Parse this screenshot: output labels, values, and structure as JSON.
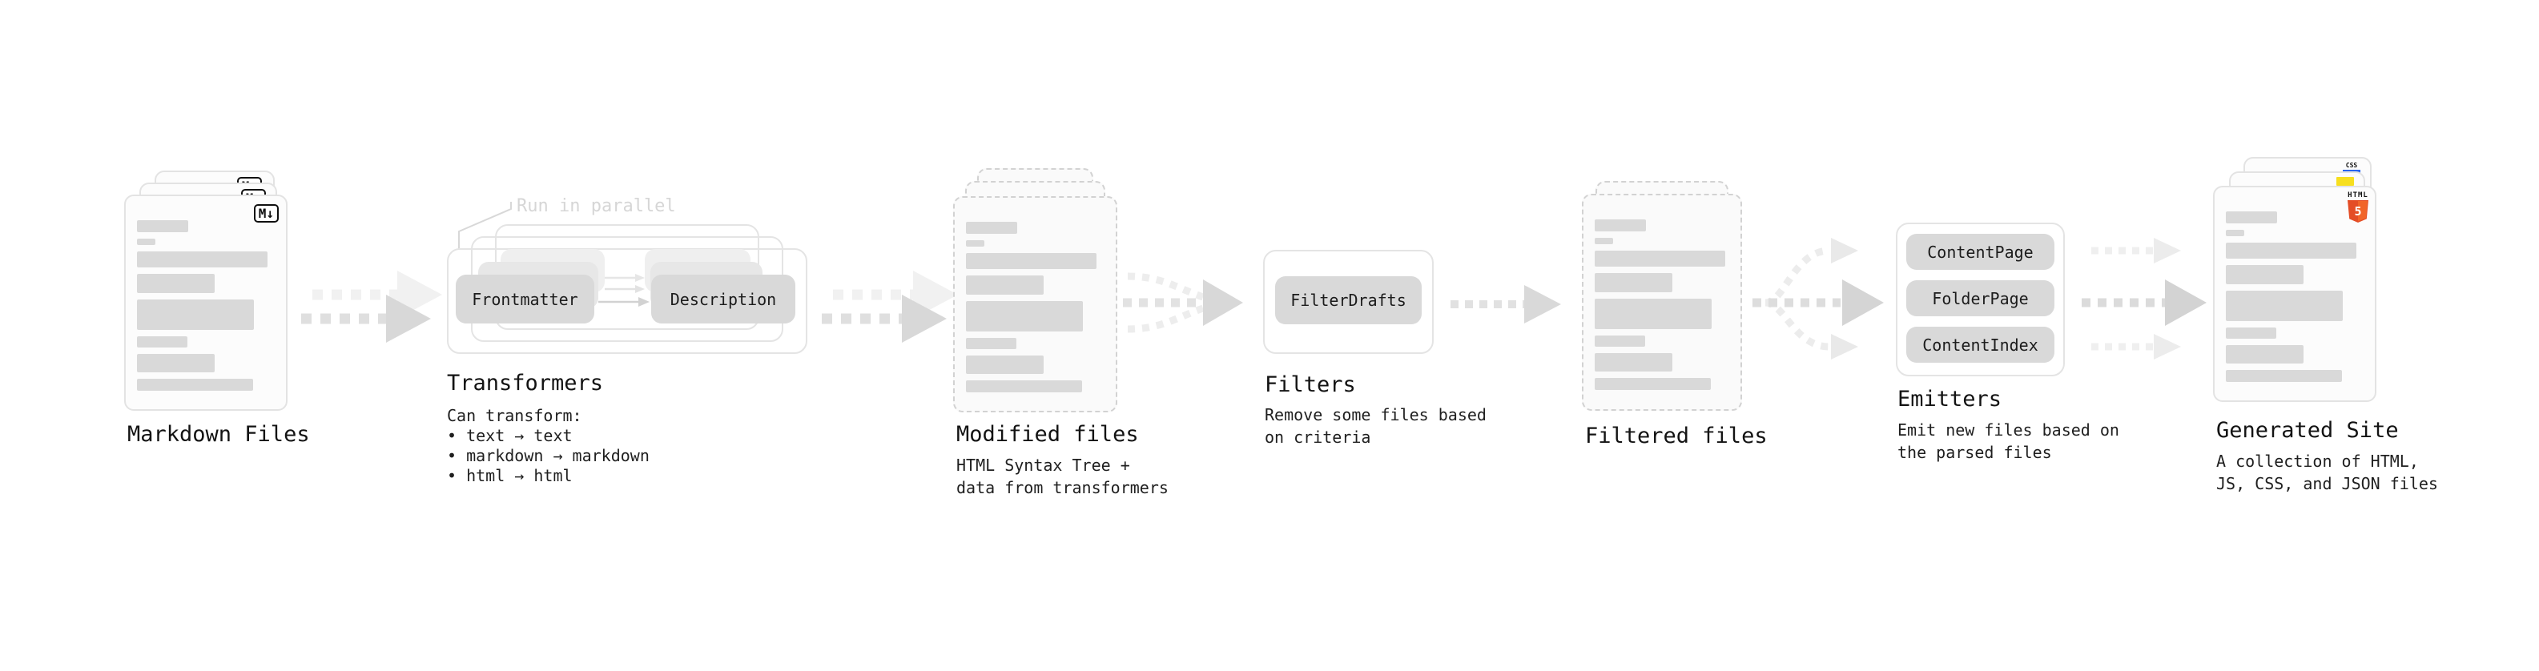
{
  "stages": {
    "markdown": {
      "label": "Markdown Files"
    },
    "transformers": {
      "label": "Transformers",
      "note": "Run in parallel",
      "pill_left": "Frontmatter",
      "pill_right": "Description",
      "desc": "Can transform:\n • text → text\n • markdown → markdown\n • html → html"
    },
    "modified": {
      "label": "Modified files",
      "desc": "HTML Syntax Tree +\ndata from transformers"
    },
    "filters": {
      "label": "Filters",
      "pill": "FilterDrafts",
      "desc": "Remove some files based\non criteria"
    },
    "filtered": {
      "label": "Filtered files"
    },
    "emitters": {
      "label": "Emitters",
      "pill_1": "ContentPage",
      "pill_2": "FolderPage",
      "pill_3": "ContentIndex",
      "desc": "Emit new files based on\nthe parsed files"
    },
    "generated": {
      "label": "Generated Site",
      "desc": "A collection of HTML,\nJS, CSS, and JSON files"
    }
  },
  "badges": {
    "markdown": "M↓",
    "html5_label": "HTML",
    "html5_number": "5",
    "css": "CSS"
  },
  "colors": {
    "html5_orange": "#e44d26",
    "js_yellow": "#f7df1e",
    "css_blue": "#2965f1",
    "bar_gray": "#d9d9d9",
    "arrow_gray": "#dcdcdc",
    "border_gray": "#e3e3e3",
    "note_gray": "#d6d6d6",
    "text_dark": "#161616"
  }
}
